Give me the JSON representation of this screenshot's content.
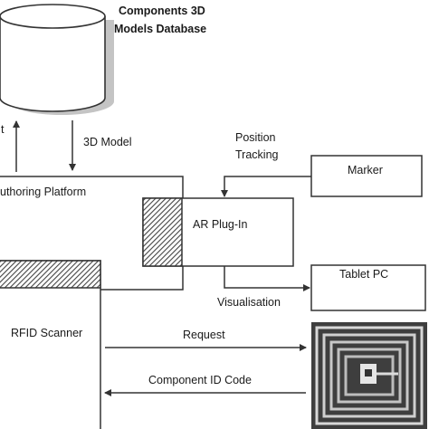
{
  "database": {
    "label_line1": "Components 3D",
    "label_line2": "Models Database"
  },
  "arrows": {
    "left_partial_label": "t",
    "model_label": "3D Model",
    "position_line1": "Position",
    "position_line2": "Tracking",
    "visualisation_label": "Visualisation",
    "request_label": "Request",
    "component_id_label": "Component ID Code"
  },
  "boxes": {
    "authoring_platform": "uthoring Platform",
    "ar_plugin": "AR Plug-In",
    "marker": "Marker",
    "tablet_pc": "Tablet PC",
    "rfid_scanner": "RFID Scanner"
  },
  "colors": {
    "line": "#333333",
    "cylinder_shadow": "#bdbdbd",
    "hatch": "#555555",
    "rfid_tag_bg": "#4a4a4a"
  }
}
